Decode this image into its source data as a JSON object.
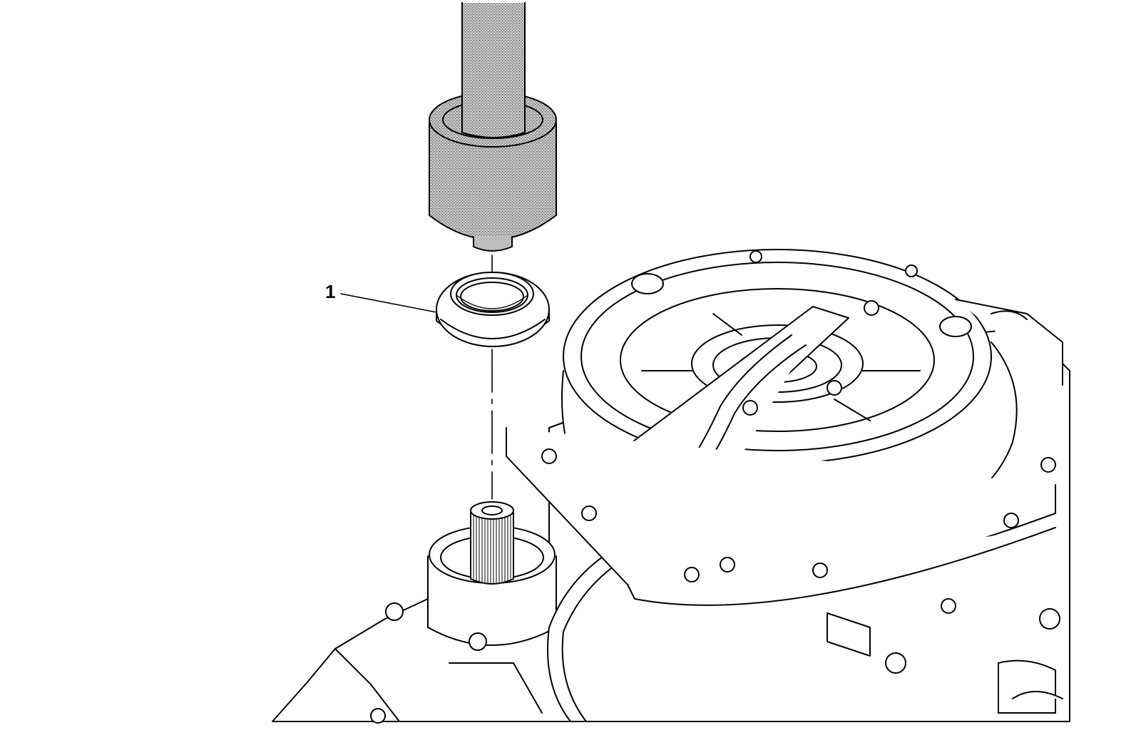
{
  "callouts": [
    {
      "number": "1"
    }
  ],
  "colors": {
    "line": "#000000",
    "background": "#ffffff",
    "tool_shading": "#8a8a8a"
  },
  "icons": [
    "seal-installer-tool",
    "seal",
    "transmission-assembly"
  ]
}
